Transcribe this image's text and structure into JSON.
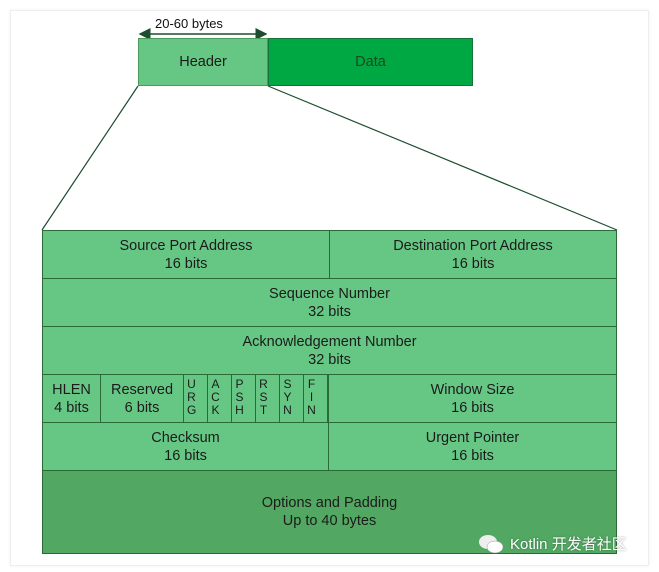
{
  "top": {
    "size_label": "20-60 bytes",
    "header": "Header",
    "data": "Data"
  },
  "colors": {
    "header_fill": "#66c785",
    "data_fill": "#00a844",
    "options_fill": "#52a862",
    "border": "#2a6a34"
  },
  "fields": {
    "src_port": [
      "Source Port Address",
      "16 bits"
    ],
    "dst_port": [
      "Destination Port Address",
      "16 bits"
    ],
    "seq": [
      "Sequence Number",
      "32 bits"
    ],
    "ack": [
      "Acknowledgement Number",
      "32 bits"
    ],
    "hlen": [
      "HLEN",
      "4 bits"
    ],
    "reserved": [
      "Reserved",
      "6 bits"
    ],
    "flags": [
      "URG",
      "ACK",
      "PSH",
      "RST",
      "SYN",
      "FIN"
    ],
    "window": [
      "Window Size",
      "16 bits"
    ],
    "checksum": [
      "Checksum",
      "16 bits"
    ],
    "urgent": [
      "Urgent Pointer",
      "16 bits"
    ],
    "options": [
      "Options and Padding",
      "Up to 40 bytes"
    ]
  },
  "watermark": {
    "icon": "wechat-icon",
    "text": "Kotlin 开发者社区"
  }
}
